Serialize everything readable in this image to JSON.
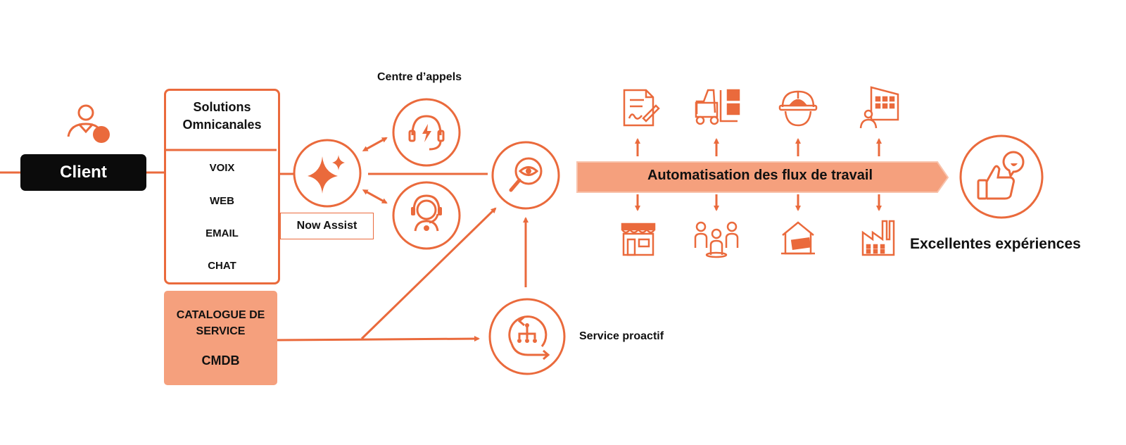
{
  "client": {
    "label": "Client"
  },
  "omnichannel": {
    "title_line1": "Solutions",
    "title_line2": "Omnicanales",
    "channels": [
      "VOIX",
      "WEB",
      "EMAIL",
      "CHAT"
    ]
  },
  "catalog": {
    "title_line1": "CATALOGUE DE",
    "title_line2": "SERVICE",
    "subtitle": "CMDB"
  },
  "now_assist": {
    "label": "Now Assist"
  },
  "call_center": {
    "label": "Centre d’appels"
  },
  "proactive": {
    "label": "Service proactif"
  },
  "workflow": {
    "label": "Automatisation des flux de travail"
  },
  "outcome": {
    "label": "Excellentes expériences"
  },
  "icons": {
    "client": "person-dot-icon",
    "now_assist": "sparkle-icon",
    "call_center_top": "headset-lightning-icon",
    "call_center_bottom": "agent-headset-icon",
    "search": "magnifier-eye-icon",
    "proactive": "cycle-hierarchy-icon",
    "top_row": [
      "contract-signature-icon",
      "forklift-boxes-icon",
      "hardhat-worker-icon",
      "office-building-person-icon"
    ],
    "bottom_row": [
      "storefront-icon",
      "people-group-icon",
      "warehouse-cash-icon",
      "factory-icon"
    ],
    "outcome": "thumbs-up-speech-icon"
  },
  "colors": {
    "accent": "#ea6a3c",
    "accent_light": "#f5a07d",
    "dark": "#0b0b0b"
  }
}
